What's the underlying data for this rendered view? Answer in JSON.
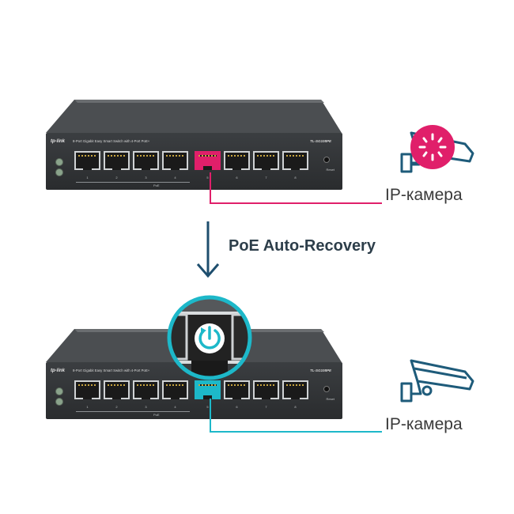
{
  "colors": {
    "fault": "#e01f6a",
    "ok": "#1db8c9",
    "switch_body": "#2f3133",
    "arrow": "#1e4e6e"
  },
  "title": "PoE Auto-Recovery",
  "switch": {
    "brand": "tp-link",
    "description": "8-Port Gigabit Easy Smart Switch with 4-Port PoE+",
    "model": "TL-SG108PE",
    "port_numbers": [
      "1",
      "2",
      "3",
      "4",
      "5",
      "6",
      "7",
      "8"
    ],
    "poe_label": "PoE",
    "reset_label": "Reset"
  },
  "camera_top": {
    "label": "IP-камера",
    "icon": "cctv-camera-icon",
    "state": "loading-spinner-icon"
  },
  "camera_bottom": {
    "label": "IP-камера",
    "icon": "cctv-camera-icon",
    "state": "power-restart-icon"
  }
}
